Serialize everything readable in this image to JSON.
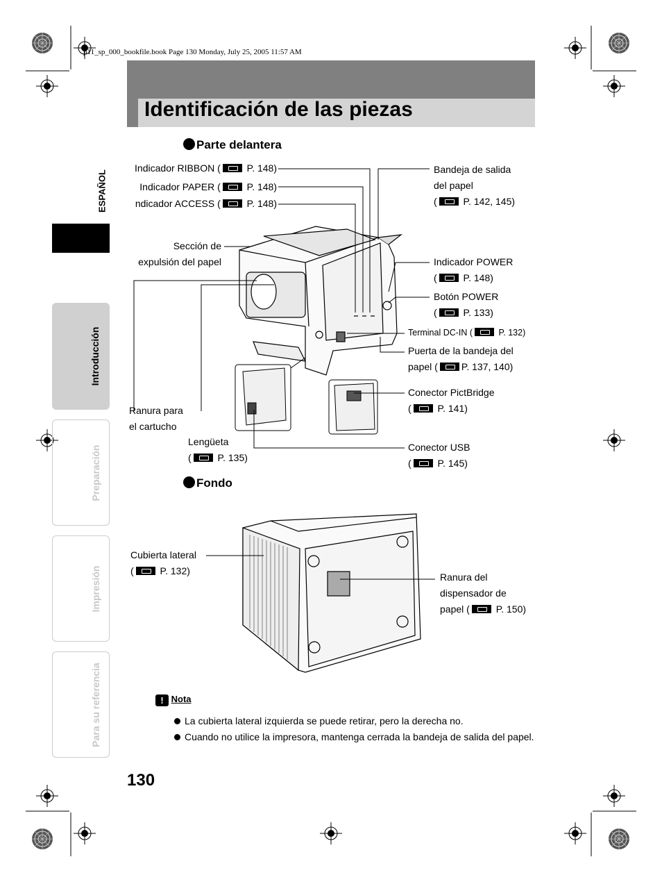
{
  "header_meta": "p11_sp_000_bookfile.book  Page 130  Monday, July 25, 2005  11:57 AM",
  "title": "Identificación de las piezas",
  "side_tabs": {
    "language": "ESPAÑOL",
    "intro": "Introducción",
    "prep": "Preparación",
    "print": "Impresión",
    "ref": "Para su referencia"
  },
  "front": {
    "heading": "Parte delantera",
    "ribbon": {
      "text": "Indicador RIBBON (",
      "page": " P. 148)"
    },
    "paper": {
      "text": "Indicador PAPER (",
      "page": " P. 148)"
    },
    "access": {
      "text": "ndicador ACCESS (",
      "page": " P. 148)"
    },
    "ejection_1": "Sección de",
    "ejection_2": "expulsión del papel",
    "cartridge_1": "Ranura para",
    "cartridge_2": "el cartucho",
    "tab_1": "Lengüeta",
    "tab_2": {
      "text": "(",
      "page": " P. 135)"
    },
    "output_tray_1": "Bandeja de salida",
    "output_tray_2": "del papel",
    "output_tray_3": {
      "text": "(",
      "page": " P. 142, 145)"
    },
    "power_ind_1": "Indicador POWER",
    "power_ind_2": {
      "text": "(",
      "page": " P. 148)"
    },
    "power_btn_1": "Botón POWER",
    "power_btn_2": {
      "text": "(",
      "page": " P. 133)"
    },
    "dcin": {
      "text": "Terminal DC-IN (",
      "page": " P. 132)"
    },
    "tray_door_1": "Puerta de la bandeja del",
    "tray_door_2": {
      "text": "papel (",
      "page": "P. 137, 140)"
    },
    "pictbridge_1": "Conector PictBridge",
    "pictbridge_2": {
      "text": "(",
      "page": " P. 141)"
    },
    "usb_1": "Conector USB",
    "usb_2": {
      "text": "(",
      "page": " P. 145)"
    }
  },
  "bottom": {
    "heading": "Fondo",
    "cover_1": "Cubierta lateral",
    "cover_2": {
      "text": "(",
      "page": " P. 132)"
    },
    "dispenser_1": "Ranura del",
    "dispenser_2": "dispensador de",
    "dispenser_3": {
      "text": "papel (",
      "page": " P. 150)"
    }
  },
  "note": {
    "label": "Nota",
    "items": [
      "La cubierta lateral izquierda se puede retirar, pero la derecha no.",
      "Cuando no utilice la impresora, mantenga cerrada la bandeja de salida del papel."
    ]
  },
  "page_number": "130",
  "colors": {
    "band_dark": "#808080",
    "band_light": "#d4d4d4",
    "tab_active": "#000000",
    "tab_intro": "#d0d0d0",
    "tab_inactive_text": "#c8c8c8"
  }
}
